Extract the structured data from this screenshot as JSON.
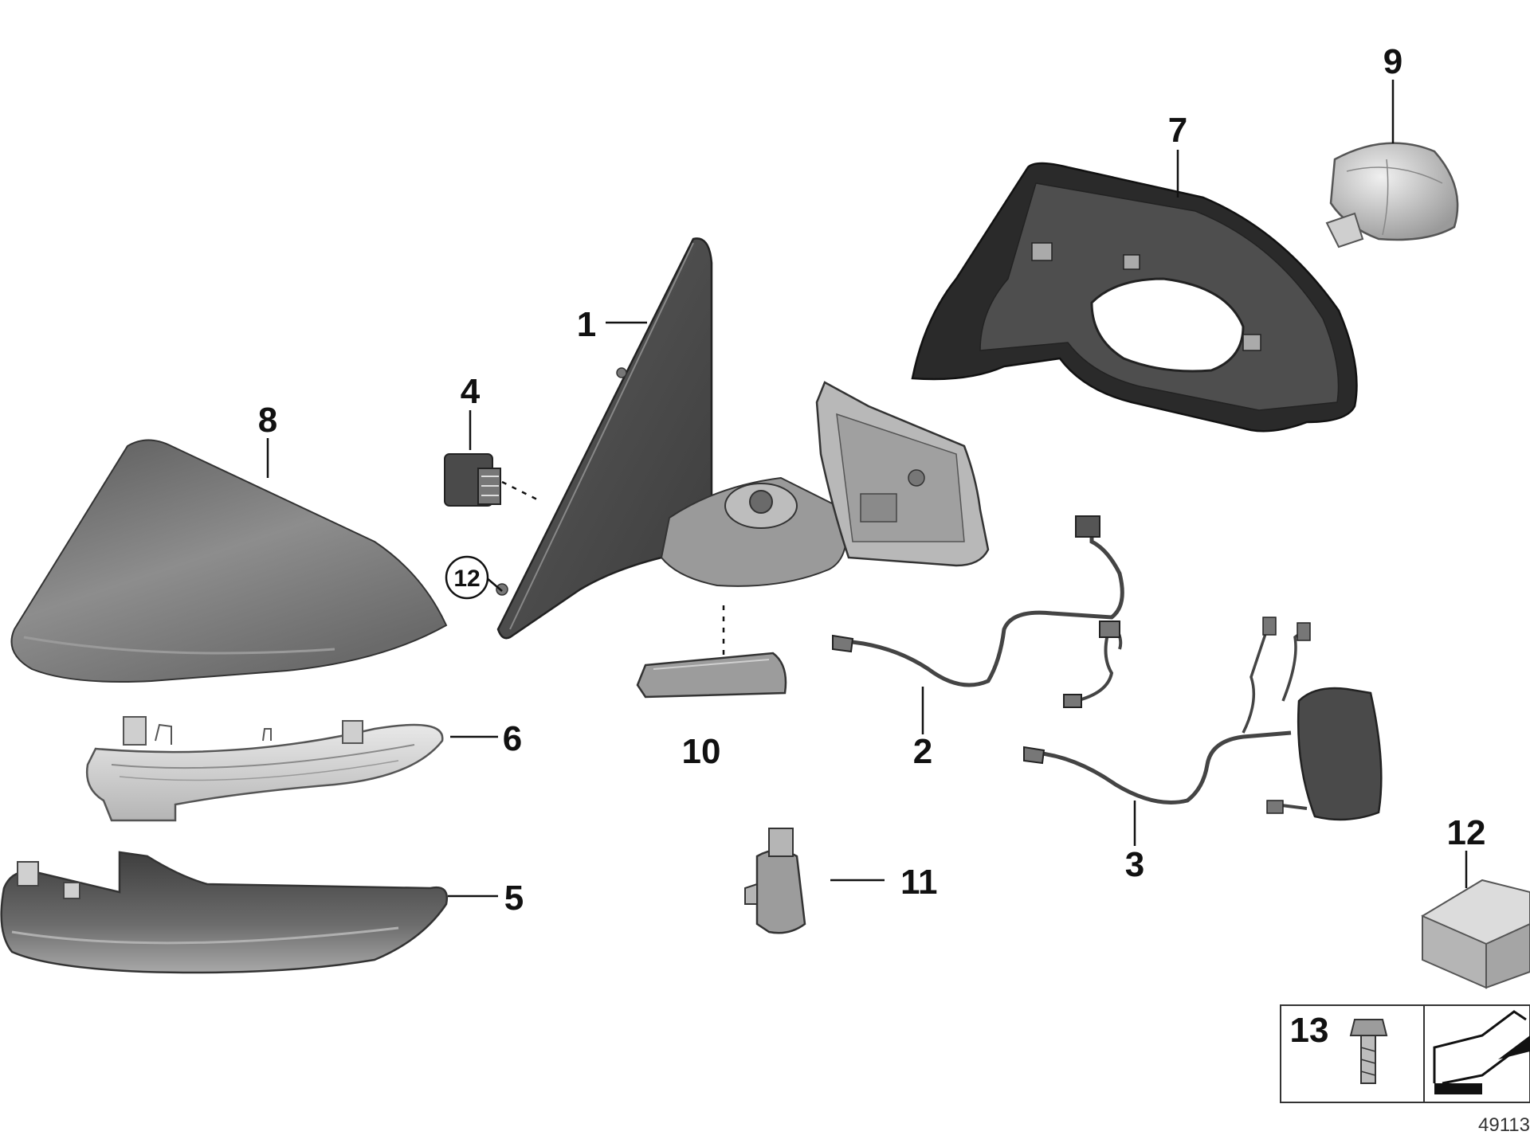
{
  "callouts": {
    "c1": "1",
    "c2": "2",
    "c3": "3",
    "c4": "4",
    "c5": "5",
    "c6": "6",
    "c7": "7",
    "c8": "8",
    "c9": "9",
    "c10": "10",
    "c11": "11",
    "c12": "12",
    "c12_circled": "12",
    "c13": "13"
  },
  "drawing_number": "49113",
  "colors": {
    "part_dark": "#4a4a4a",
    "part_mid": "#7a7a7a",
    "part_light": "#c8c8c8",
    "outline": "#111111",
    "background": "#ffffff"
  }
}
